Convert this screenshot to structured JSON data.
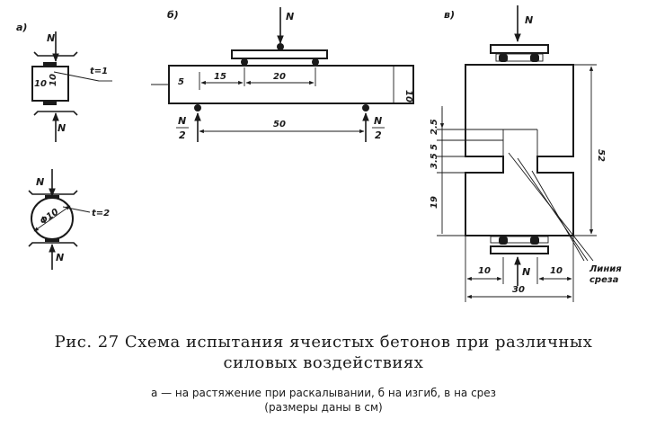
{
  "panels": {
    "a": "a)",
    "b": "б)",
    "v": "в)"
  },
  "labels": {
    "force": "N",
    "half_force_num": "N",
    "half_force_den": "2",
    "t1": "t=1",
    "t2": "t=2",
    "cut_lines_1": "Линия",
    "cut_lines_2": "среза"
  },
  "dims": {
    "a_side_1": "10",
    "a_side_2": "10",
    "a_diameter": "Φ10",
    "b_left_end": "5",
    "b_offset": "15",
    "b_load_span": "20",
    "b_height": "10",
    "b_support_span": "50",
    "v_height": "52",
    "v_gap_1": "2.5",
    "v_gap_2": "5",
    "v_gap_3": "3.5",
    "v_lower": "19",
    "v_bottom_left": "10",
    "v_bottom_right": "10",
    "v_width": "30"
  },
  "caption": {
    "line1": "Рис.  27  Схема  испытания  ячеистых  бетонов  при  различных",
    "line2": "силовых  воздействиях",
    "line3": "а — на  растяжение  при  раскалывании,  б   на  изгиб,  в   на  срез",
    "line4": "(размеры  даны  в  см)"
  }
}
